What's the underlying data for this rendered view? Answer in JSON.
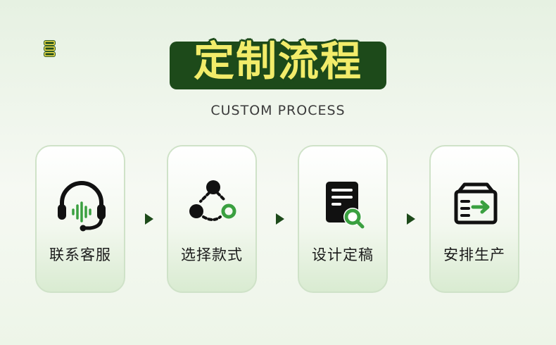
{
  "header": {
    "title": "定制流程",
    "subtitle": "CUSTOM PROCESS"
  },
  "steps": [
    {
      "label": "联系客服",
      "icon": "headset-icon"
    },
    {
      "label": "选择款式",
      "icon": "nodes-icon"
    },
    {
      "label": "设计定稿",
      "icon": "document-search-icon"
    },
    {
      "label": "安排生产",
      "icon": "box-arrow-icon"
    }
  ],
  "colors": {
    "accent_dark": "#1d4a1a",
    "title_yellow": "#f2ec6a",
    "icon_green": "#3aa040"
  }
}
